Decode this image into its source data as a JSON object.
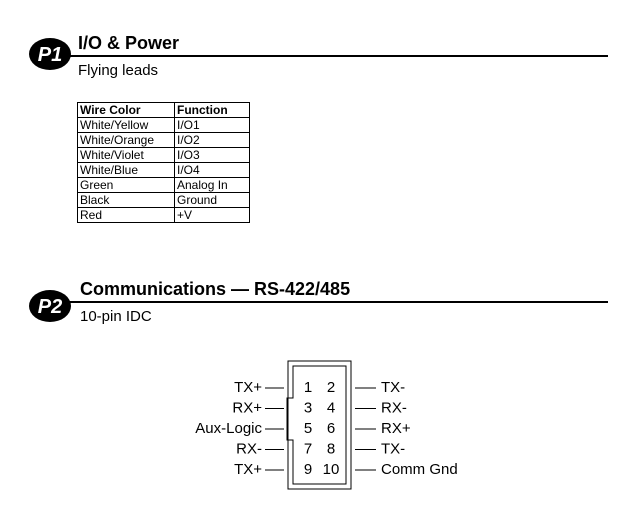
{
  "p1": {
    "badge": "P1",
    "title": "I/O & Power",
    "subtitle": "Flying leads",
    "table": {
      "headers": [
        "Wire Color",
        "Function"
      ],
      "rows": [
        [
          "White/Yellow",
          "I/O1"
        ],
        [
          "White/Orange",
          "I/O2"
        ],
        [
          "White/Violet",
          "I/O3"
        ],
        [
          "White/Blue",
          "I/O4"
        ],
        [
          "Green",
          "Analog In"
        ],
        [
          "Black",
          "Ground"
        ],
        [
          "Red",
          "+V"
        ]
      ]
    }
  },
  "p2": {
    "badge": "P2",
    "title": "Communications — RS-422/485",
    "subtitle": "10-pin IDC",
    "connector": {
      "rows": [
        {
          "left_label": "TX+",
          "left_pin": "1",
          "right_pin": "2",
          "right_label": "TX-"
        },
        {
          "left_label": "RX+",
          "left_pin": "3",
          "right_pin": "4",
          "right_label": "RX-"
        },
        {
          "left_label": "Aux-Logic",
          "left_pin": "5",
          "right_pin": "6",
          "right_label": "RX+"
        },
        {
          "left_label": "RX-",
          "left_pin": "7",
          "right_pin": "8",
          "right_label": "TX-"
        },
        {
          "left_label": "TX+",
          "left_pin": "9",
          "right_pin": "10",
          "right_label": "Comm Gnd"
        }
      ]
    }
  }
}
